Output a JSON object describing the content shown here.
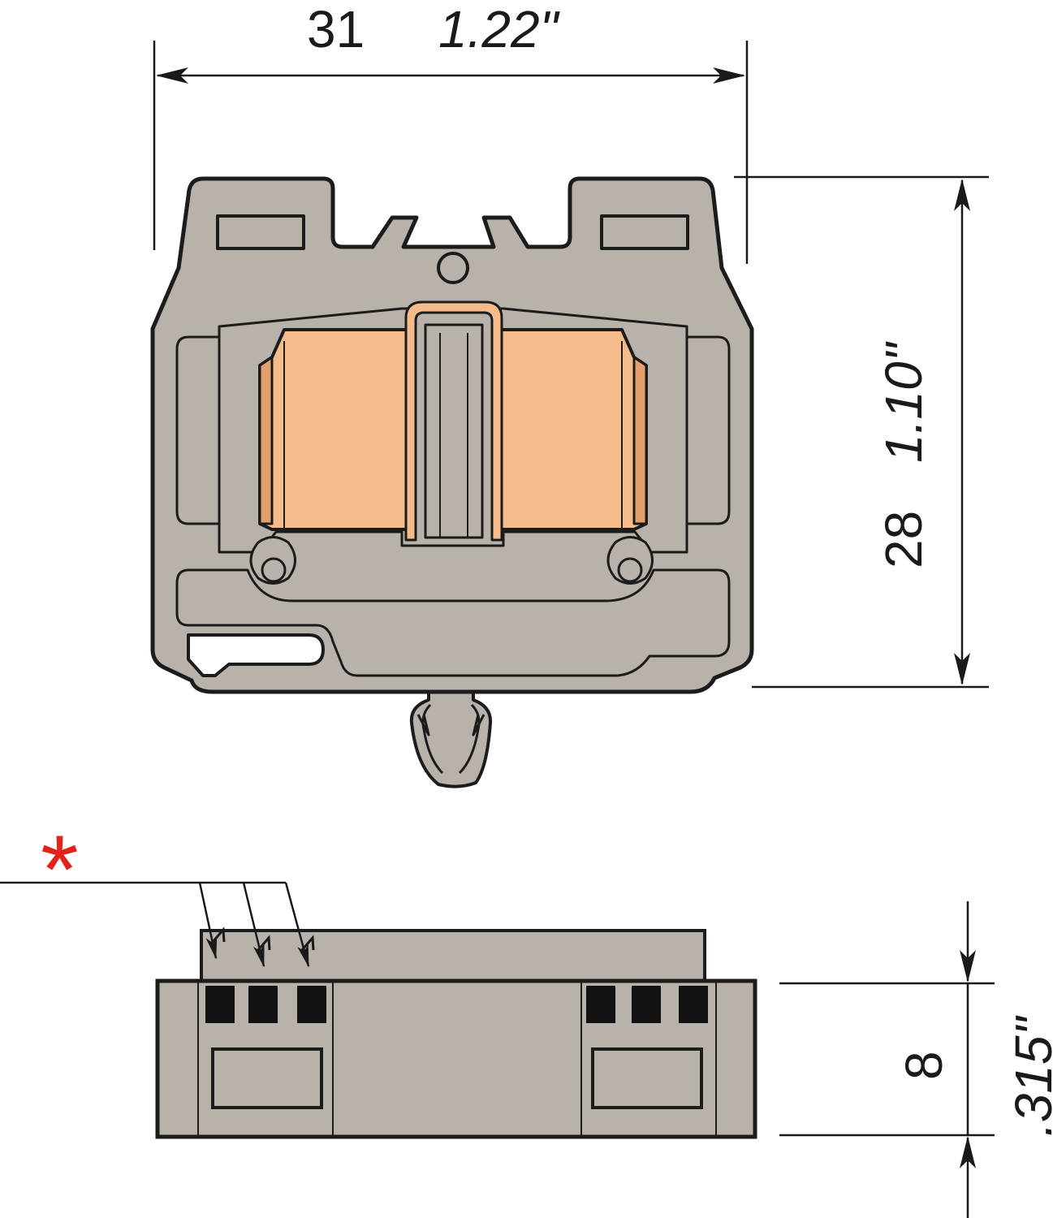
{
  "dimensions": {
    "width": {
      "mm": "31",
      "inch": "1.22\""
    },
    "height": {
      "mm": "28",
      "inch": "1.10\""
    },
    "depth": {
      "mm": "8",
      "inch": ".315\""
    }
  },
  "marker": {
    "symbol": "*",
    "color": "#e32219"
  },
  "colors": {
    "body_fill": "#b9b2aa",
    "body_stroke": "#1c1c1c",
    "clamp_fill": "#f5bb8a",
    "clamp_dark": "#e3a06c",
    "slot_fill": "#111111"
  }
}
